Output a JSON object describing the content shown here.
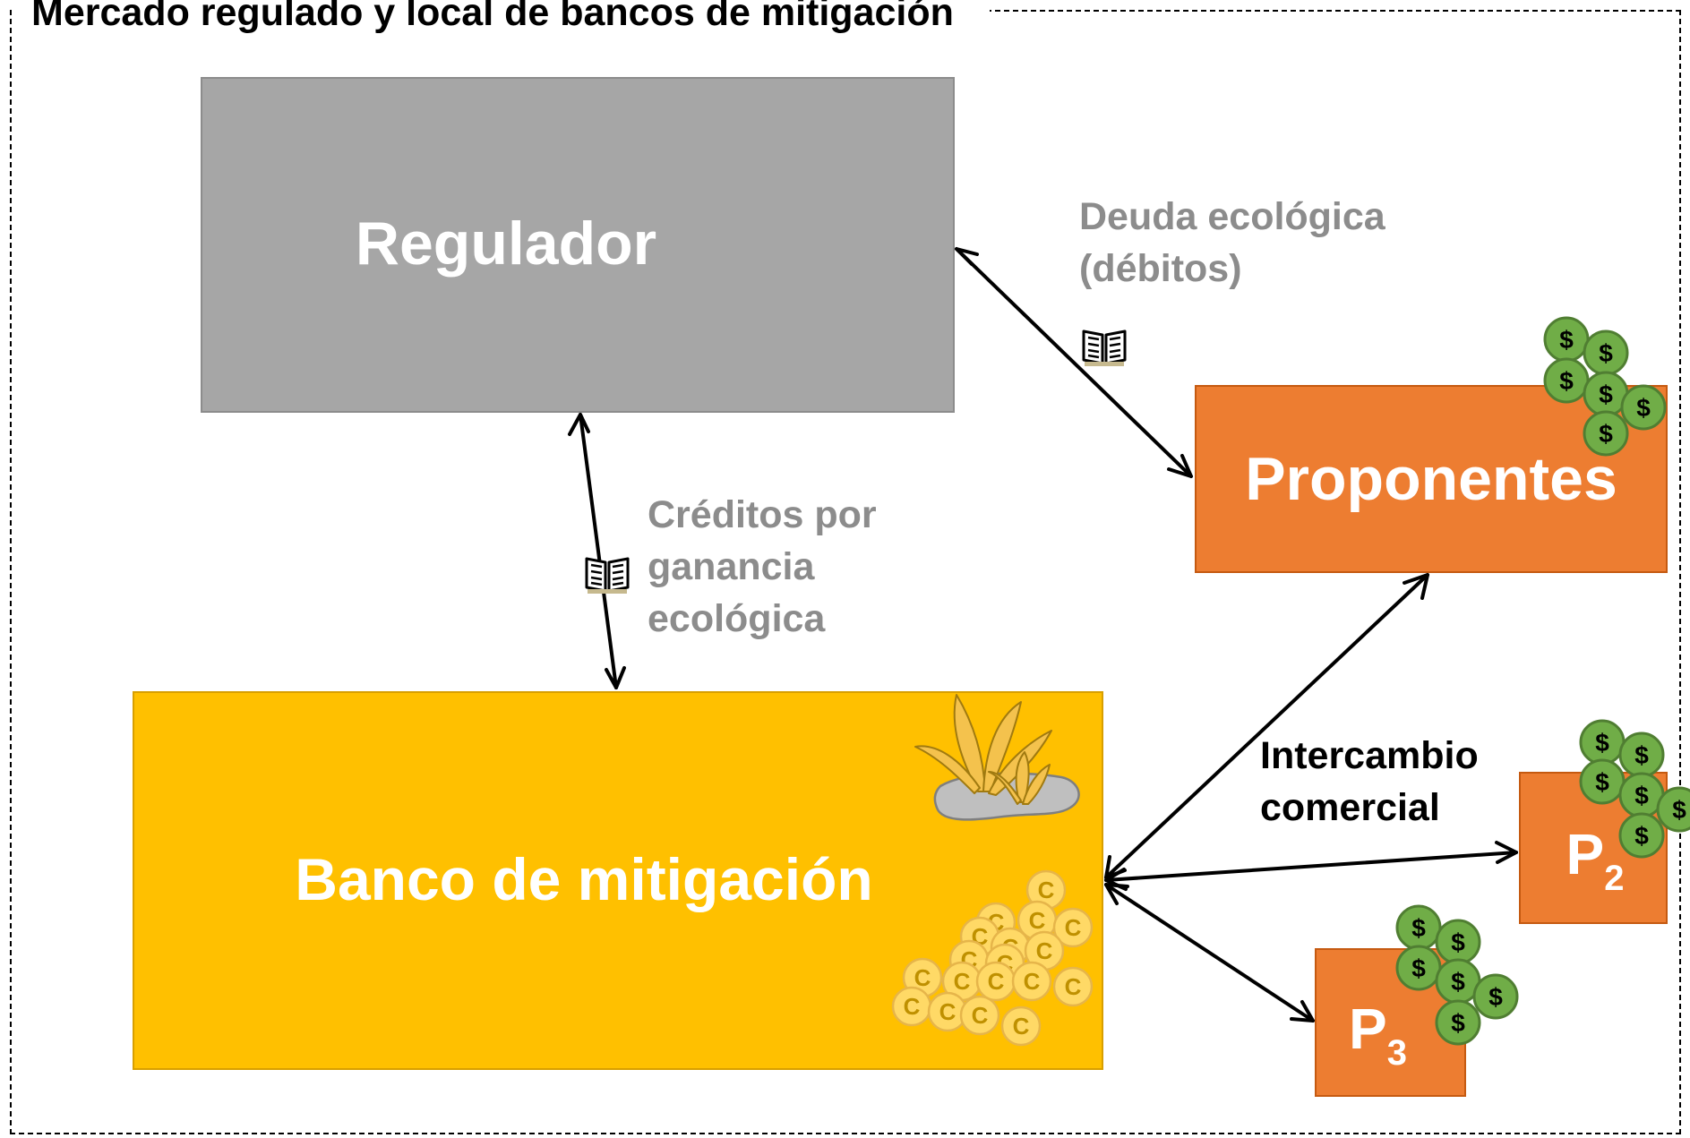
{
  "title": "Mercado regulado y local de bancos de mitigación",
  "nodes": {
    "regulador": "Regulador",
    "proponentes": "Proponentes",
    "banco": "Banco de mitigación",
    "p2": {
      "letter": "P",
      "sub": "2"
    },
    "p3": {
      "letter": "P",
      "sub": "3"
    }
  },
  "labels": {
    "deuda_line1": "Deuda ecológica",
    "deuda_line2": "(débitos)",
    "creditos_line1": "Créditos por",
    "creditos_line2": "ganancia",
    "creditos_line3": "ecológica",
    "intercambio_line1": "Intercambio",
    "intercambio_line2": "comercial"
  },
  "icons": {
    "coin_dollar": "$",
    "coin_credit": "C"
  },
  "colors": {
    "regulador": "#a6a6a6",
    "proponentes": "#ed7d31",
    "banco": "#ffc000",
    "money_coin": "#70ad47",
    "credit_coin": "#ffd966"
  }
}
